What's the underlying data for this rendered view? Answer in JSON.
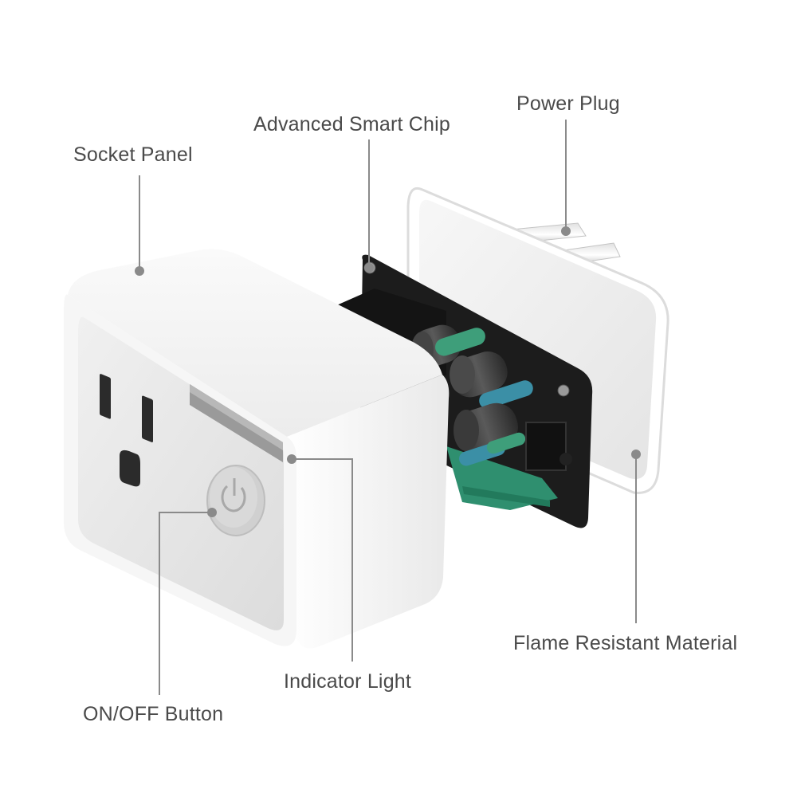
{
  "labels": {
    "socket_panel": "Socket Panel",
    "advanced_smart_chip": "Advanced Smart Chip",
    "power_plug": "Power Plug",
    "flame_resistant_material": "Flame Resistant Material",
    "indicator_light": "Indicator Light",
    "on_off_button": "ON/OFF Button"
  },
  "colors": {
    "housing": "#f4f4f4",
    "panel_face": "#e6e6e6",
    "chip_board": "#1c1c1c",
    "pcb": "#2f8f6f",
    "capacitor": "#3a3a3a",
    "pointer": "#8a8a8a",
    "text": "#4a4a4a"
  }
}
